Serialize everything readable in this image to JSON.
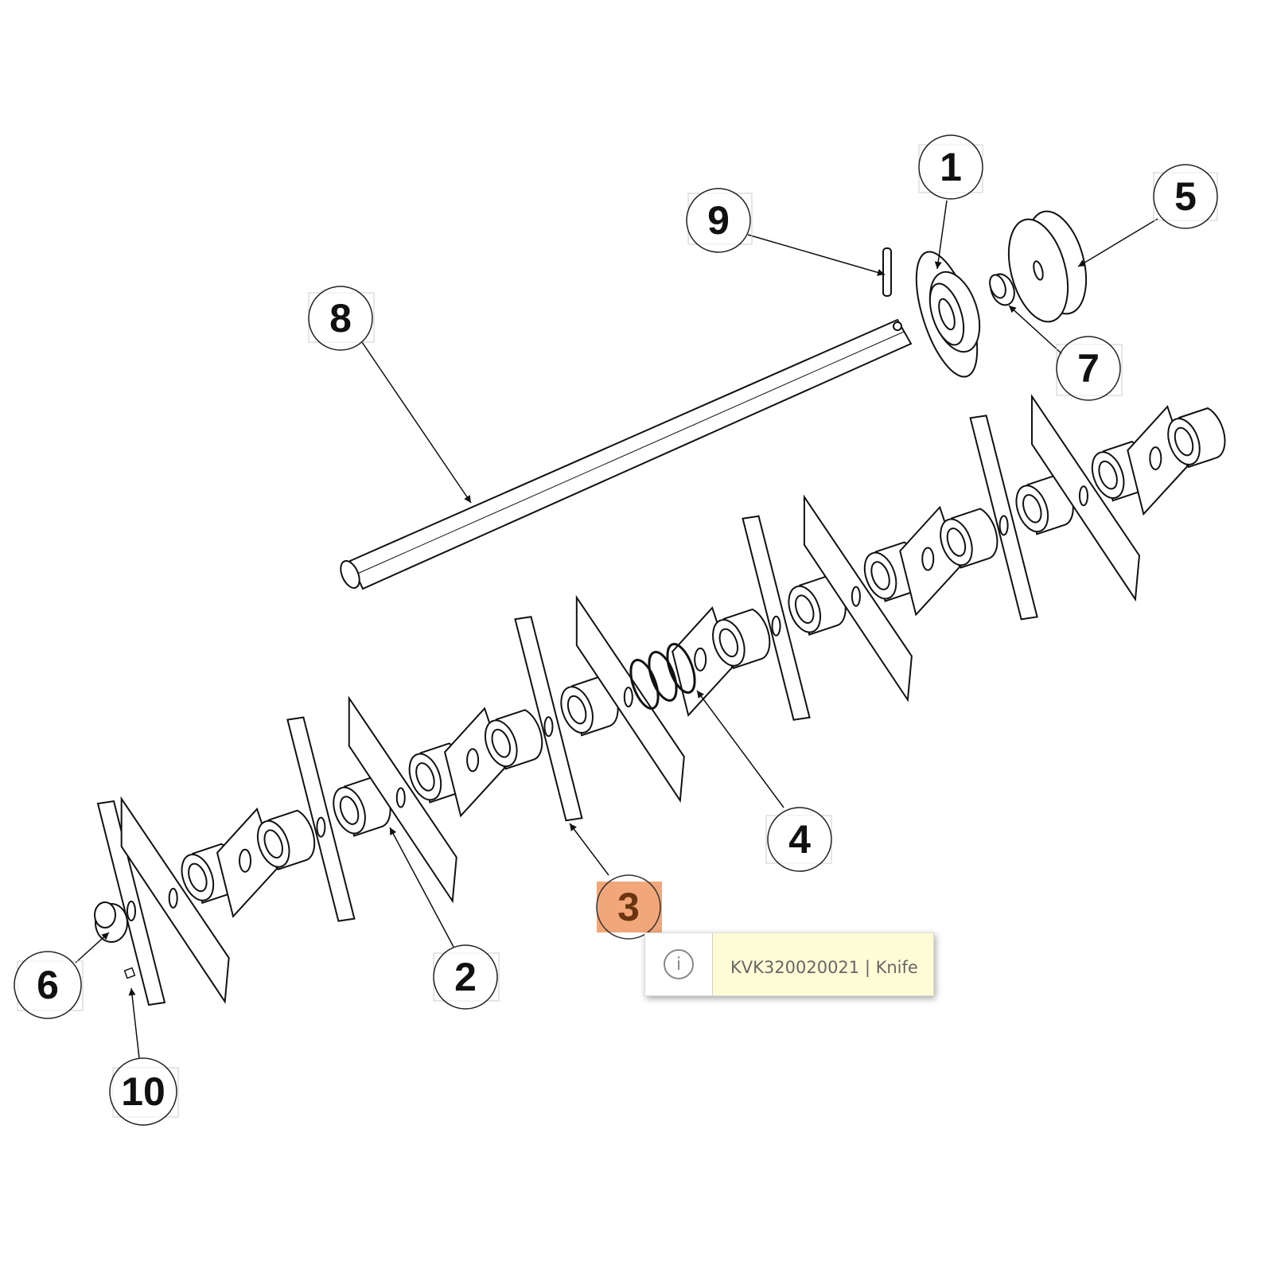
{
  "callouts": [
    {
      "label": "1",
      "part": "bearing-flange"
    },
    {
      "label": "2",
      "part": "spacer"
    },
    {
      "label": "3",
      "part": "knife",
      "active": true
    },
    {
      "label": "4",
      "part": "spring"
    },
    {
      "label": "5",
      "part": "pulley"
    },
    {
      "label": "6",
      "part": "end-bushing"
    },
    {
      "label": "7",
      "part": "pulley-bushing"
    },
    {
      "label": "8",
      "part": "shaft"
    },
    {
      "label": "9",
      "part": "pin"
    },
    {
      "label": "10",
      "part": "key"
    }
  ],
  "tooltip": {
    "icon": "info-icon",
    "icon_glyph": "i",
    "text": "KVK320020021 | Knife"
  },
  "colors": {
    "highlight": "#f2a77a",
    "highlight_text": "#6b3410",
    "tooltip_bg": "#fdfcd6"
  }
}
